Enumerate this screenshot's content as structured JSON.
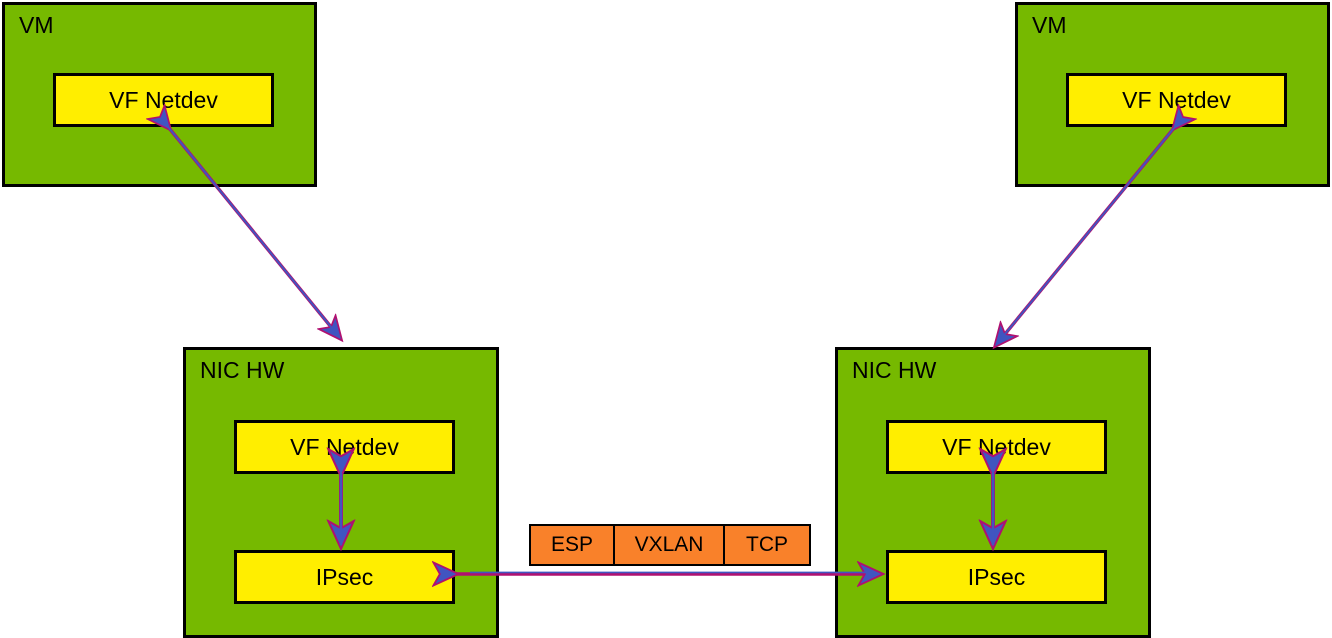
{
  "diagram": {
    "title": "VF Netdev / NIC HW IPsec offload topology",
    "colors": {
      "container_fill": "#76b900",
      "container_stroke": "#000000",
      "node_fill": "#ffee00",
      "node_stroke": "#000000",
      "packet_fill": "#f9812a",
      "packet_stroke": "#000000",
      "arrow_fill": "#4055c0",
      "arrow_stroke": "#b01070",
      "background": "#ffffff"
    }
  },
  "containers": {
    "left_vm": {
      "title": "VM",
      "node": {
        "label": "VF Netdev"
      }
    },
    "right_vm": {
      "title": "VM",
      "node": {
        "label": "VF Netdev"
      }
    },
    "left_nic": {
      "title": "NIC HW",
      "nodes": [
        {
          "label": "VF Netdev"
        },
        {
          "label": "IPsec"
        }
      ]
    },
    "right_nic": {
      "title": "NIC HW",
      "nodes": [
        {
          "label": "VF Netdev"
        },
        {
          "label": "IPsec"
        }
      ]
    }
  },
  "packet": {
    "cells": [
      {
        "label": "ESP"
      },
      {
        "label": "VXLAN"
      },
      {
        "label": "TCP"
      }
    ]
  },
  "connectors": [
    {
      "name": "left-vm-to-left-nic",
      "style": "double-headed-diagonal"
    },
    {
      "name": "right-vm-to-right-nic",
      "style": "double-headed-diagonal"
    },
    {
      "name": "left-nic-vfnetdev-to-ipsec",
      "style": "double-headed-vertical"
    },
    {
      "name": "right-nic-vfnetdev-to-ipsec",
      "style": "double-headed-vertical"
    },
    {
      "name": "left-ipsec-to-right-ipsec",
      "style": "double-headed-horizontal"
    }
  ]
}
